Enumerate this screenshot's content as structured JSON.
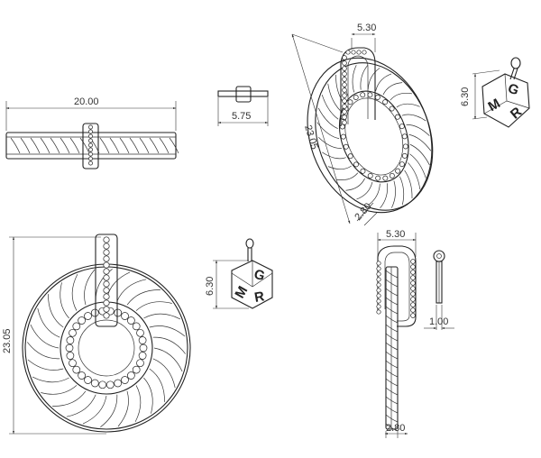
{
  "dimensions": {
    "side_width": "20.00",
    "bail_width": "5.75",
    "iso_bail_top": "5.30",
    "iso_height": "23.05",
    "iso_edge": "2.80",
    "iso_cube": "6.30",
    "front_height": "23.05",
    "front_cube": "6.30",
    "profile_top": "5.30",
    "profile_ring": "1.00",
    "profile_bottom": "2.80"
  },
  "engraving": {
    "letter_1": "M",
    "letter_2": "G",
    "letter_3": "R"
  },
  "colors": {
    "line": "#222222",
    "background": "#ffffff"
  }
}
